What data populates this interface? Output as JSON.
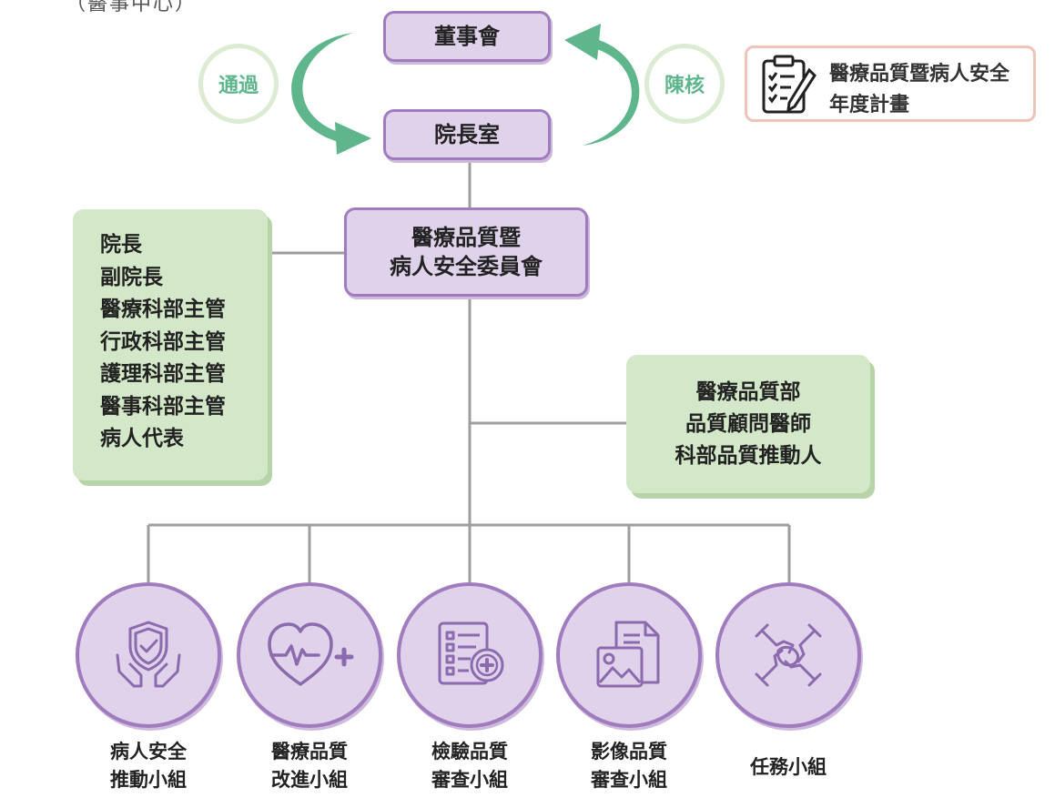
{
  "header_cut_text": "（醫事中心）",
  "board": "董事會",
  "president_office": "院長室",
  "approve_label": "通過",
  "report_label": "陳核",
  "annual_plan": {
    "line1": "醫療品質暨病人安全",
    "line2": "年度計畫",
    "icon": "clipboard-checklist-icon"
  },
  "committee": {
    "line1": "醫療品質暨",
    "line2": "病人安全委員會"
  },
  "members": [
    "院長",
    "副院長",
    "醫療科部主管",
    "行政科部主管",
    "護理科部主管",
    "醫事科部主管",
    "病人代表"
  ],
  "support": [
    "醫療品質部",
    "品質顧問醫師",
    "科部品質推動人"
  ],
  "groups": [
    {
      "line1": "病人安全",
      "line2": "推動小組",
      "icon": "shield-hands-icon"
    },
    {
      "line1": "醫療品質",
      "line2": "改進小組",
      "icon": "heart-pulse-plus-icon"
    },
    {
      "line1": "檢驗品質",
      "line2": "審查小組",
      "icon": "checklist-plus-icon"
    },
    {
      "line1": "影像品質",
      "line2": "審查小組",
      "icon": "document-image-icon"
    },
    {
      "line1": "任務小組",
      "line2": "",
      "icon": "team-hands-icon"
    }
  ],
  "colors": {
    "purple_fill": "#dfd2ea",
    "purple_border": "#a07cbf",
    "green_fill": "#d3e8c8",
    "arrow_green": "#5fb58c",
    "connector_gray": "#9e9e9e",
    "note_border": "#f0c3b8"
  }
}
